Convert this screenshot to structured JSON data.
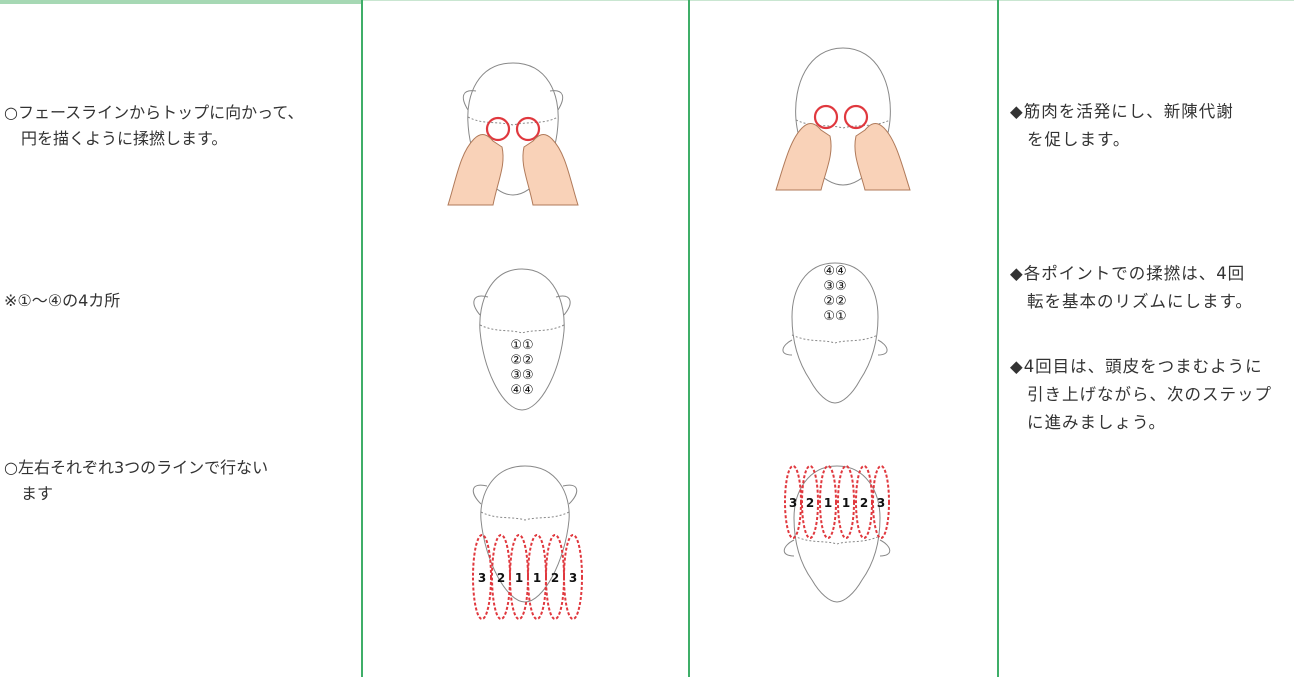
{
  "left_column": {
    "note1_line1": "○フェースラインからトップに向かって、",
    "note1_line2": "円を描くように揉撚します。",
    "note2": "※①～④の4カ所",
    "note3_line1": "○左右それぞれ3つのラインで行ない",
    "note3_line2": "ます"
  },
  "right_column": {
    "note1_line1": "◆筋肉を活発にし、新陳代謝",
    "note1_line2": "を促します。",
    "note2_line1": "◆各ポイントでの揉撚は、4回",
    "note2_line2": "転を基本のリズムにします。",
    "note3_line1": "◆4回目は、頭皮をつまむように",
    "note3_line2": "引き上げながら、次のステップ",
    "note3_line3": "に進みましょう。"
  },
  "points_front": [
    "①①",
    "②②",
    "③③",
    "④④"
  ],
  "points_back": [
    "④④",
    "③③",
    "②②",
    "①①"
  ],
  "line_numbers": [
    "3",
    "2",
    "1",
    "1",
    "2",
    "3"
  ],
  "colors": {
    "divider": "#3fae68",
    "accent_red": "#e0383e",
    "skin": "#f9d2b8",
    "outline": "#888888"
  }
}
